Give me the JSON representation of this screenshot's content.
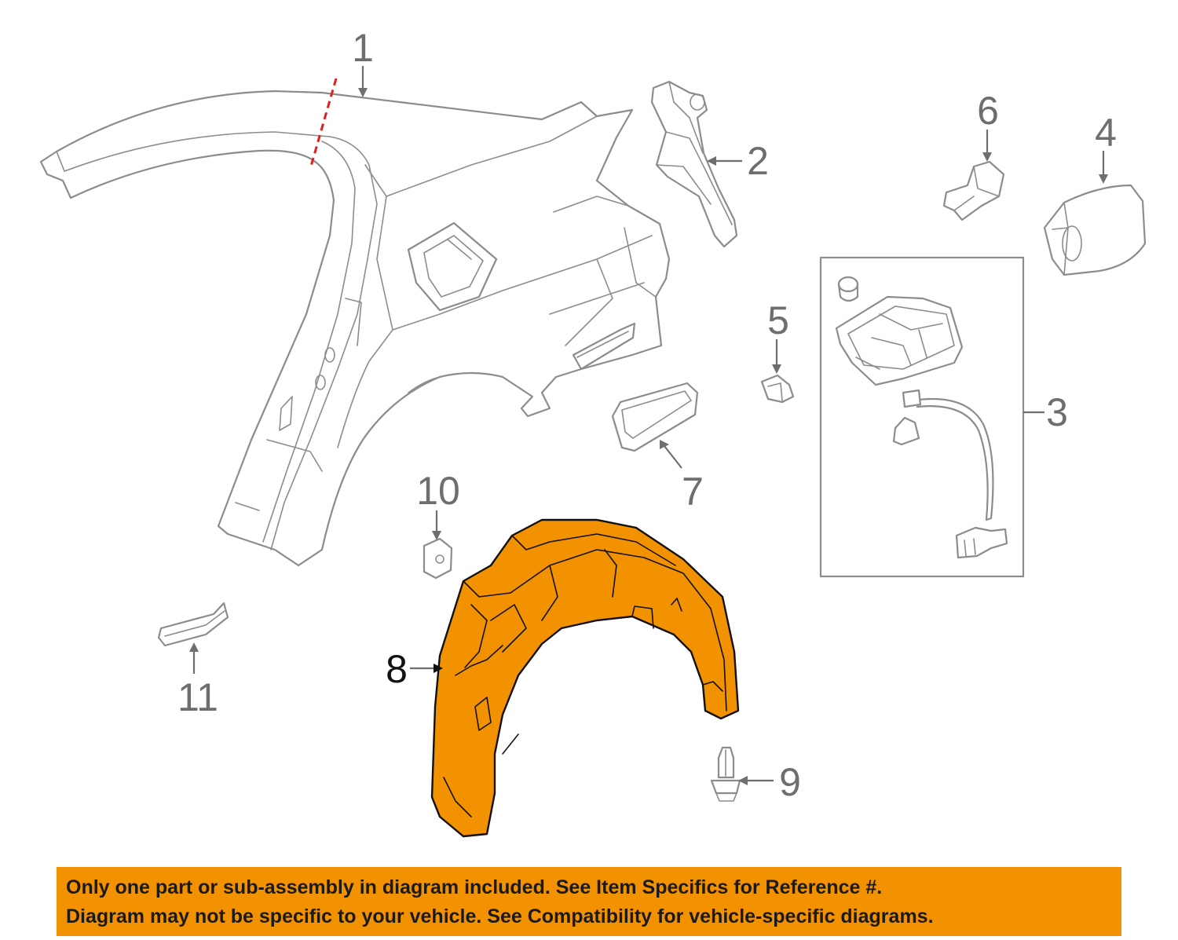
{
  "colors": {
    "highlight": "#f39200",
    "outline": "#8c8c8c",
    "callout_text": "#6e6e6e",
    "cut_line": "#e02020"
  },
  "diagram": {
    "callouts": [
      {
        "id": "1",
        "label": "1"
      },
      {
        "id": "2",
        "label": "2"
      },
      {
        "id": "3",
        "label": "3"
      },
      {
        "id": "4",
        "label": "4"
      },
      {
        "id": "5",
        "label": "5"
      },
      {
        "id": "6",
        "label": "6"
      },
      {
        "id": "7",
        "label": "7"
      },
      {
        "id": "8",
        "label": "8",
        "highlighted": true
      },
      {
        "id": "9",
        "label": "9"
      },
      {
        "id": "10",
        "label": "10"
      },
      {
        "id": "11",
        "label": "11"
      }
    ]
  },
  "disclaimer": {
    "line1": "Only one part or sub-assembly in diagram included. See Item Specifics for Reference #.",
    "line2": "Diagram may not be specific to your vehicle. See Compatibility for vehicle-specific diagrams."
  }
}
